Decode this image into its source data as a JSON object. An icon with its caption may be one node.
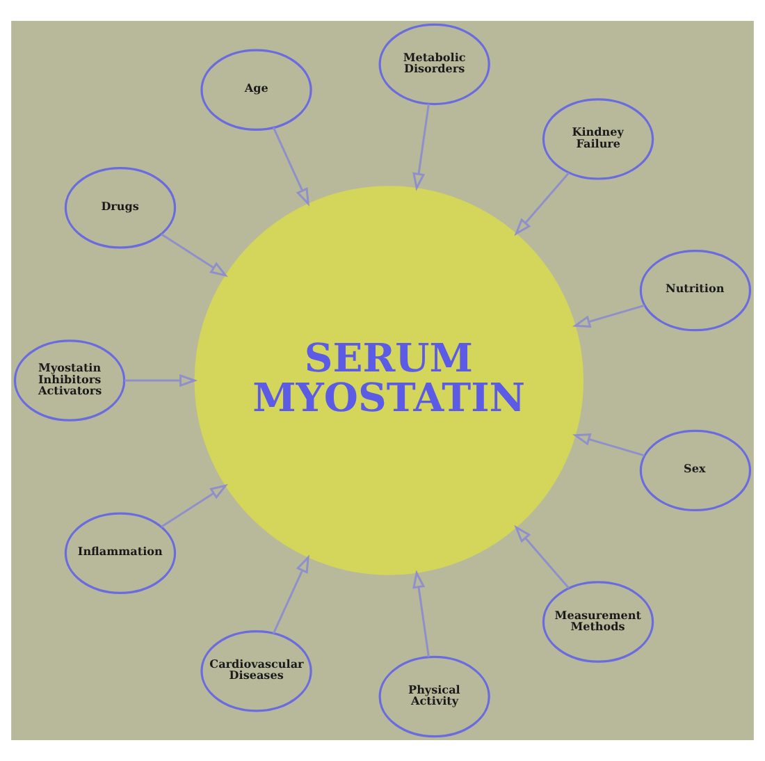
{
  "diagram": {
    "nodes": [
      {
        "text": [
          "SERUM MYOSTATIN"
        ]
      },
      {
        "text": [
          "Age"
        ]
      },
      {
        "text": [
          "Metabolic Disorders"
        ]
      },
      {
        "text": [
          "Kindney Failure"
        ]
      },
      {
        "text": [
          "Nutrition"
        ]
      },
      {
        "text": [
          "Sex"
        ]
      },
      {
        "text": [
          "Measurement Methods"
        ]
      },
      {
        "text": [
          "Physical Activity"
        ]
      },
      {
        "text": [
          "Cardiovascular Diseases"
        ]
      },
      {
        "text": [
          "Inflammation"
        ]
      },
      {
        "text": [
          "Myostatin Inhibitors Activators"
        ]
      },
      {
        "text": [
          "Drugs"
        ]
      }
    ],
    "edges": [
      {
        "from": 1,
        "to": 0,
        "arrow": "to"
      },
      {
        "from": 2,
        "to": 0,
        "arrow": "to"
      },
      {
        "from": 3,
        "to": 0,
        "arrow": "to"
      },
      {
        "from": 4,
        "to": 0,
        "arrow": "to"
      },
      {
        "from": 5,
        "to": 0,
        "arrow": "to"
      },
      {
        "from": 6,
        "to": 0,
        "arrow": "to"
      },
      {
        "from": 7,
        "to": 0,
        "arrow": "to"
      },
      {
        "from": 8,
        "to": 0,
        "arrow": "to"
      },
      {
        "from": 9,
        "to": 0,
        "arrow": "to"
      },
      {
        "from": 10,
        "to": 0,
        "arrow": "to"
      },
      {
        "from": 11,
        "to": 0,
        "arrow": "to"
      }
    ]
  }
}
